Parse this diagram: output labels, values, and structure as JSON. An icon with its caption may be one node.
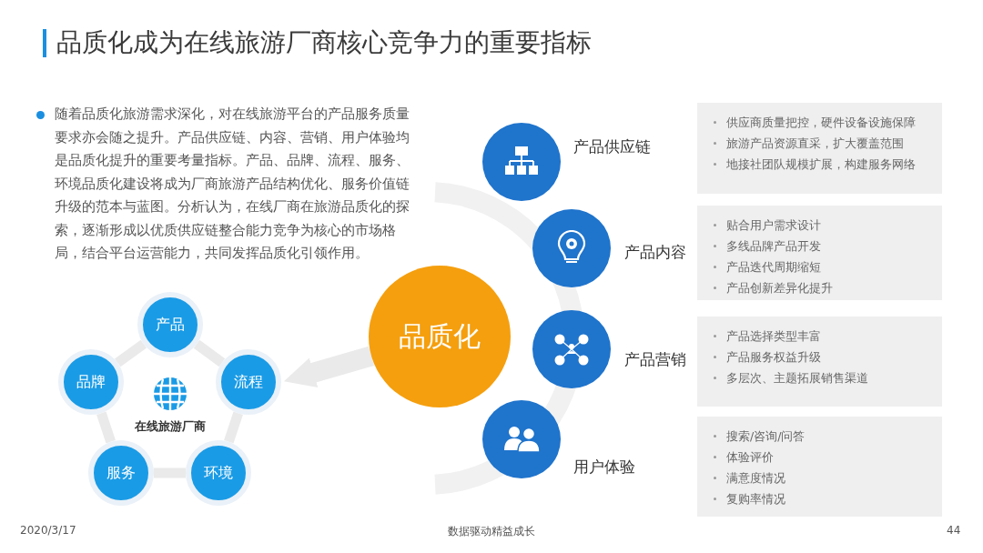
{
  "diagram": {
    "title": "品质化成为在线旅游厂商核心竞争力的重要指标",
    "nodes": [
      {
        "text": [
          "品质化"
        ]
      },
      {
        "text": [
          "产品供应链"
        ]
      },
      {
        "text": [
          "产品内容"
        ]
      },
      {
        "text": [
          "产品营销"
        ]
      },
      {
        "text": [
          "用户体验"
        ]
      },
      {
        "text": [
          "供应商质量把控，硬件设备设施保障",
          "旅游产品资源直采，扩大覆盖范围",
          "地接社团队规模扩展，构建服务网络"
        ]
      },
      {
        "text": [
          "贴合用户需求设计",
          "多线品牌产品开发",
          "产品迭代周期缩短",
          "产品创新差异化提升"
        ]
      },
      {
        "text": [
          "产品选择类型丰富",
          "产品服务权益升级",
          "多层次、主题拓展销售渠道"
        ]
      },
      {
        "text": [
          "搜索/咨询/问答",
          "体验评价",
          "满意度情况",
          "复购率情况"
        ]
      },
      {
        "text": [
          "在线旅游厂商"
        ]
      },
      {
        "text": [
          "产品"
        ]
      },
      {
        "text": [
          "品牌"
        ]
      },
      {
        "text": [
          "流程"
        ]
      },
      {
        "text": [
          "服务"
        ]
      },
      {
        "text": [
          "环境"
        ]
      }
    ],
    "edges": [
      {
        "from": 0,
        "to": 12,
        "arrow": "to",
        "style": "thick"
      },
      {
        "from": 10,
        "to": 12,
        "arrow": "none"
      },
      {
        "from": 12,
        "to": 14,
        "arrow": "none"
      },
      {
        "from": 14,
        "to": 13,
        "arrow": "none"
      },
      {
        "from": 13,
        "to": 11,
        "arrow": "none"
      },
      {
        "from": 11,
        "to": 10,
        "arrow": "none"
      }
    ],
    "labels": [
      "随着品质化旅游需求深化，对在线旅游平台的产品服务质量要求亦会随之提升。产品供应链、内容、营销、用户体验均是品质化提升的重要考量指标。产品、品牌、流程、服务、环境品质化建设将成为厂商旅游产品结构优化、服务价值链升级的范本与蓝图。分析认为，在线厂商在旅游品质化的探索，逐渐形成以优质供应链整合能力竞争为核心的市场格局，结合平台运营能力，共同发挥品质化引领作用。",
      "2020/3/17",
      "数据驱动精益成长",
      "44"
    ]
  }
}
